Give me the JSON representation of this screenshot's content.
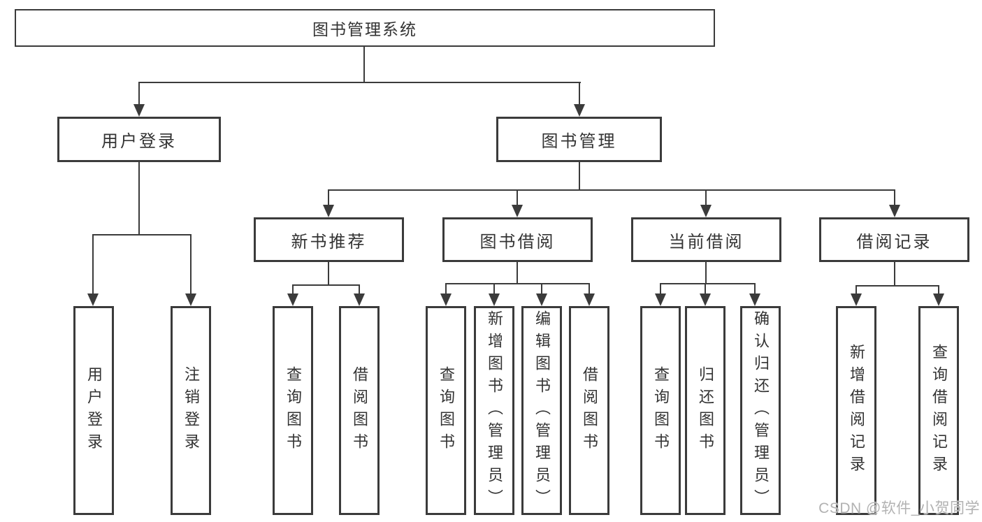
{
  "tree": {
    "root": {
      "label": "图书管理系统"
    },
    "branches": [
      {
        "label": "用户登录",
        "children": [
          "用户登录",
          "注销登录"
        ]
      },
      {
        "label": "图书管理",
        "sections": [
          {
            "label": "新书推荐",
            "children": [
              "查询图书",
              "借阅图书"
            ]
          },
          {
            "label": "图书借阅",
            "children": [
              "查询图书",
              "新增图书（管理员）",
              "编辑图书（管理员）",
              "借阅图书"
            ]
          },
          {
            "label": "当前借阅",
            "children": [
              "查询图书",
              "归还图书",
              "确认归还（管理员）"
            ]
          },
          {
            "label": "借阅记录",
            "children": [
              "新增借阅记录",
              "查询借阅记录"
            ]
          }
        ]
      }
    ]
  },
  "watermark": {
    "text": "CSDN @软件_小贺同学"
  },
  "colors": {
    "line": "#3b3b3b",
    "text": "#333333",
    "watermark": "#b2b2b2",
    "background": "#ffffff"
  }
}
